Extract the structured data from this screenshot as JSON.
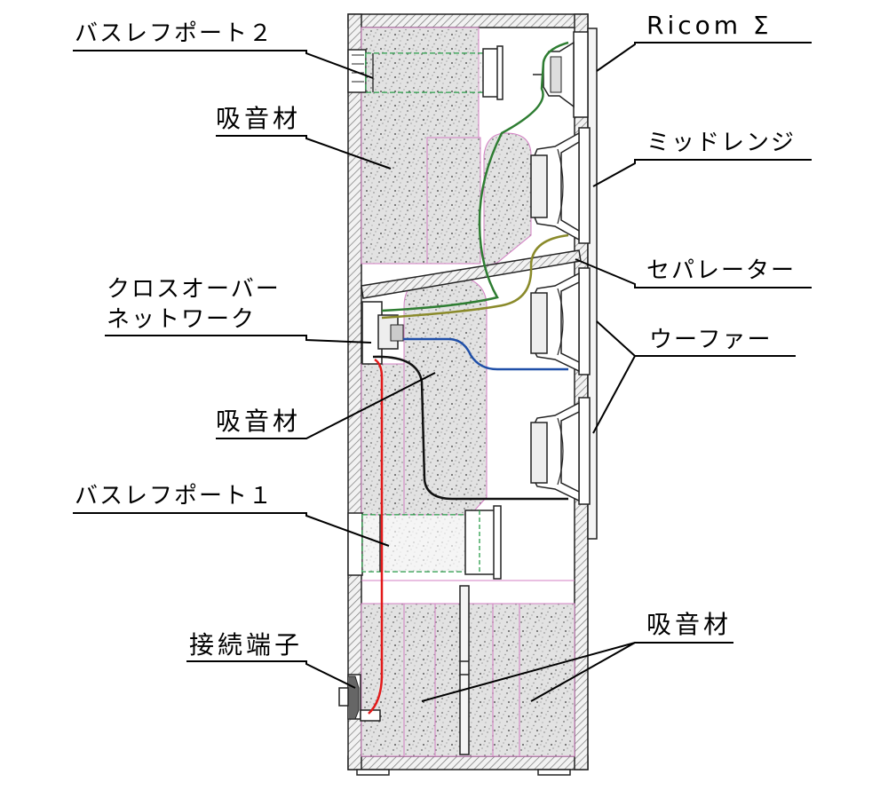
{
  "labels": {
    "bass_port_2": "バスレフポート２",
    "absorber_top": "吸音材",
    "crossover_line1": "クロスオーバー",
    "crossover_line2": "ネットワーク",
    "absorber_mid": "吸音材",
    "bass_port_1": "バスレフポート１",
    "terminal": "接続端子",
    "ricom": "Ricom Σ",
    "midrange": "ミッドレンジ",
    "separator": "セパレーター",
    "woofer": "ウーファー",
    "absorber_bottom": "吸音材"
  },
  "colors": {
    "absorber_fill": "#d6d6d6",
    "partition_outline": "#d37fc3",
    "wire_red": "#e31a1a",
    "wire_green": "#2e7d32",
    "wire_olive": "#8a8a2a",
    "wire_blue": "#1f4fa8",
    "wire_black": "#111111",
    "port_green": "#2a9d4a"
  }
}
